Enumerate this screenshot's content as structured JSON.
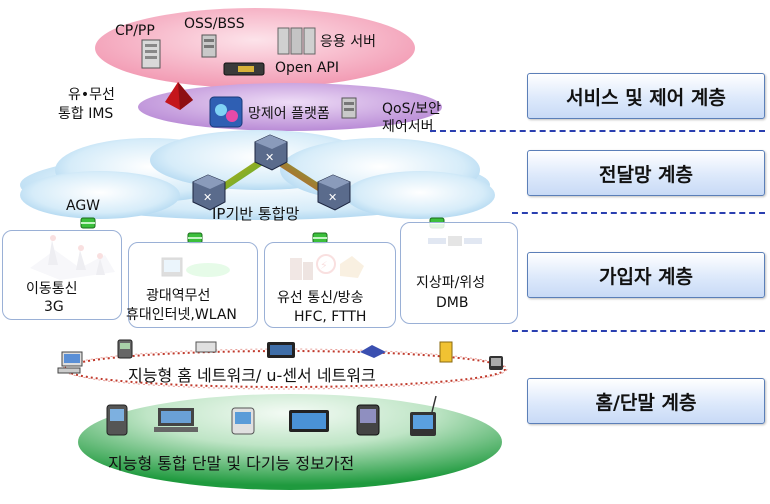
{
  "service_layer": {
    "cp_pp": "CP/PP",
    "oss_bss": "OSS/BSS",
    "app_server": "응용 서버",
    "open_api": "Open API",
    "ims_line1": "유•무선",
    "ims_line2": "통합 IMS",
    "network_control": "망제어 플랫폼",
    "qos_line1": "QoS/보안",
    "qos_line2": "제어서버"
  },
  "transport_layer": {
    "agw": "AGW",
    "ip_network": "IP기반 통합망"
  },
  "access_layer": {
    "mobile_line1": "이동통신",
    "mobile_line2": "3G",
    "wlan_line1": "광대역무선",
    "wlan_line2": "휴대인터넷,WLAN",
    "wired_line1": "유선 통신/방송",
    "wired_line2": "HFC, FTTH",
    "dmb_line1": "지상파/위성",
    "dmb_line2": "DMB"
  },
  "home_layer": {
    "home_network": "지능형 홈 네트워크/ u-센서 네트워크",
    "terminals": "지능형 통합 단말 및 다기능 정보가전"
  },
  "layers": [
    {
      "label": "서비스 및 제어 계층"
    },
    {
      "label": "전달망 계층"
    },
    {
      "label": "가입자 계층"
    },
    {
      "label": "홈/단말 계층"
    }
  ],
  "colors": {
    "service_ellipse": "#f4b6c6",
    "ims_ellipse": "#c79bdc",
    "cloud": "#c9e6f7",
    "terminal_ellipse": "#2ea84a",
    "dash": "#2a3fb0"
  }
}
